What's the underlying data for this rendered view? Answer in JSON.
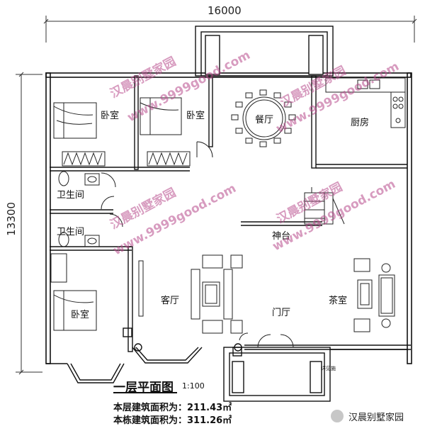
{
  "dimensions": {
    "width": "16000",
    "height": "13300"
  },
  "rooms": {
    "bedroom_1": "卧室",
    "bedroom_2": "卧室",
    "dining": "餐厅",
    "kitchen": "厨房",
    "bathroom_1": "卫生间",
    "bathroom_2": "卫生间",
    "shrine": "神台",
    "bedroom_3": "卧室",
    "living": "客厅",
    "foyer": "门厅",
    "tea_room": "茶室"
  },
  "watermark": {
    "text_1": "汉晨别墅家园",
    "text_2": "www.9999good.com",
    "text_3": "汉晨别墅家园",
    "text_4": "www.9999good.com",
    "text_5": "汉晨别墅家园",
    "text_6": "www.9999good.com",
    "text_7": "汉晨别墅家园",
    "text_8": "www.9999good.com"
  },
  "legend": {
    "title": "一层平面图",
    "scale": "1:100",
    "floor_area": "本层建筑面积为：211.43㎡",
    "total_area": "本栋建筑面积为：311.26㎡"
  },
  "detail_note": "详见施",
  "brand": "汉晨别墅家园"
}
